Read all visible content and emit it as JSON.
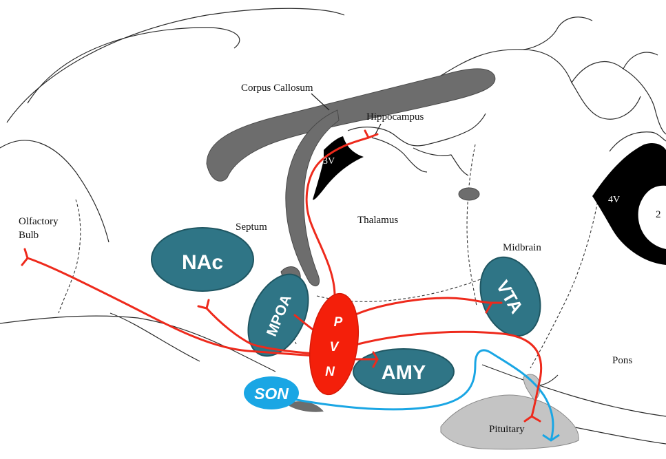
{
  "labels": {
    "corpus_callosum": "Corpus Callosum",
    "hippocampus": "Hippocampus",
    "ventricle_3": "3V",
    "ventricle_4": "4V",
    "ventricle_4_side": "2",
    "thalamus": "Thalamus",
    "septum": "Septum",
    "olfactory_bulb_line1": "Olfactory",
    "olfactory_bulb_line2": "Bulb",
    "midbrain": "Midbrain",
    "pons": "Pons",
    "pituitary": "Pituitary"
  },
  "regions": {
    "nac": "NAc",
    "mpoa": "MPOA",
    "vta": "VTA",
    "amy": "AMY",
    "son": "SON",
    "pvn_p": "P",
    "pvn_v": "V",
    "pvn_n": "N"
  },
  "colors": {
    "oxytocin_pathway": "#ee2a1c",
    "vasopressin_pathway": "#1aa6e4",
    "region_fill": "#2f7586",
    "pvn_fill": "#f41f0a",
    "son_fill": "#1aa6e4",
    "white_matter": "#6d6d6d",
    "ventricle": "#000000",
    "pituitary_fill": "#c4c4c4"
  }
}
